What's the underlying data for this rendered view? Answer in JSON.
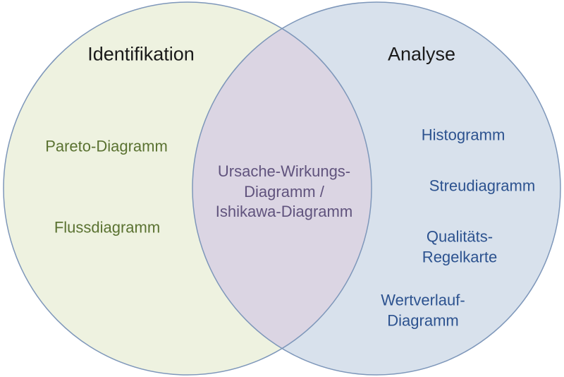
{
  "venn": {
    "left_set": {
      "title": "Identifikation",
      "items": [
        "Pareto-Diagramm",
        "Flussdiagramm"
      ],
      "fill": "#eef2e0",
      "text_color": "#5a7231"
    },
    "right_set": {
      "title": "Analyse",
      "items": [
        "Histogramm",
        "Streudiagramm",
        "Qualitäts-\nRegelkarte",
        "Wertverlauf-\nDiagramm"
      ],
      "fill": "#d8e1ec",
      "text_color": "#2c528f"
    },
    "intersection": {
      "label": "Ursache-Wirkungs-\nDiagramm /\nIshikawa-Diagramm",
      "fill": "#dbd5e3",
      "text_color": "#60537d"
    },
    "stroke_color": "#7e97ba",
    "title_color": "#1a1a1a",
    "background_color": "#ffffff"
  }
}
